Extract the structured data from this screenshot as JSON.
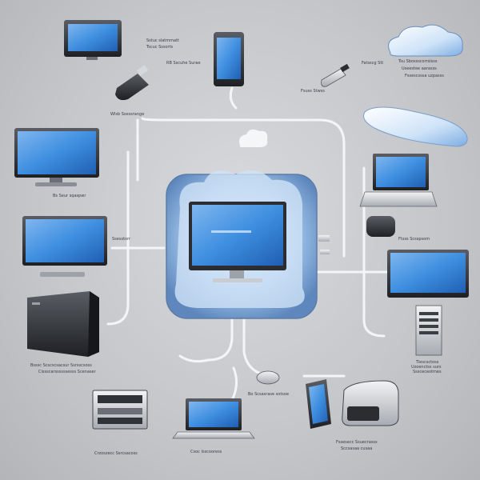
{
  "labels": {
    "top_monitor_a": "Sstuc slatmmatt",
    "top_monitor_b": "Tscuc Sssorts",
    "usb_drive": "Wlsb Sosssrange",
    "phone": "RB Sscuhe Surae",
    "usb_stick_a": "Fatsscg Stt",
    "usb_stick_b": "Fsuss Stwss",
    "cloud_right_a": "Tsu Sbossscorrslsss",
    "cloud_right_b": "Useestee aarasss",
    "cloud_right_c": "Fssescsssa uzpasss",
    "left_monitor_top": "Bs Seur sqaspwr",
    "left_monitor_mid": "Ssesstorr",
    "desktop_a": "Bsssc Scscscsacsur Ssrsscsoss",
    "desktop_b": "Cissscarssssssesss Scenaser",
    "mouse_right": "Ftsss Scsspsom",
    "tower_right_a": "Tiescsctoss",
    "tower_right_b": "Uzoenctss surs",
    "tower_right_c": "Sssceceotmes",
    "bottom_center": "Bo Scsasrase sotsoe",
    "stereo": "Crzoszecc Ssrcsacoss",
    "laptop_bottom": "Csoc Isscooress",
    "printer_a": "Fssesecc Ssuecrasss",
    "printer_b": "Sccsasaa cusaa"
  },
  "colors": {
    "background": "#c4c6ca",
    "screen": "#3f8fe0",
    "cloud": "#9cc2ec",
    "cable": "#f4f5f7",
    "device_dark": "#2b2d31"
  }
}
